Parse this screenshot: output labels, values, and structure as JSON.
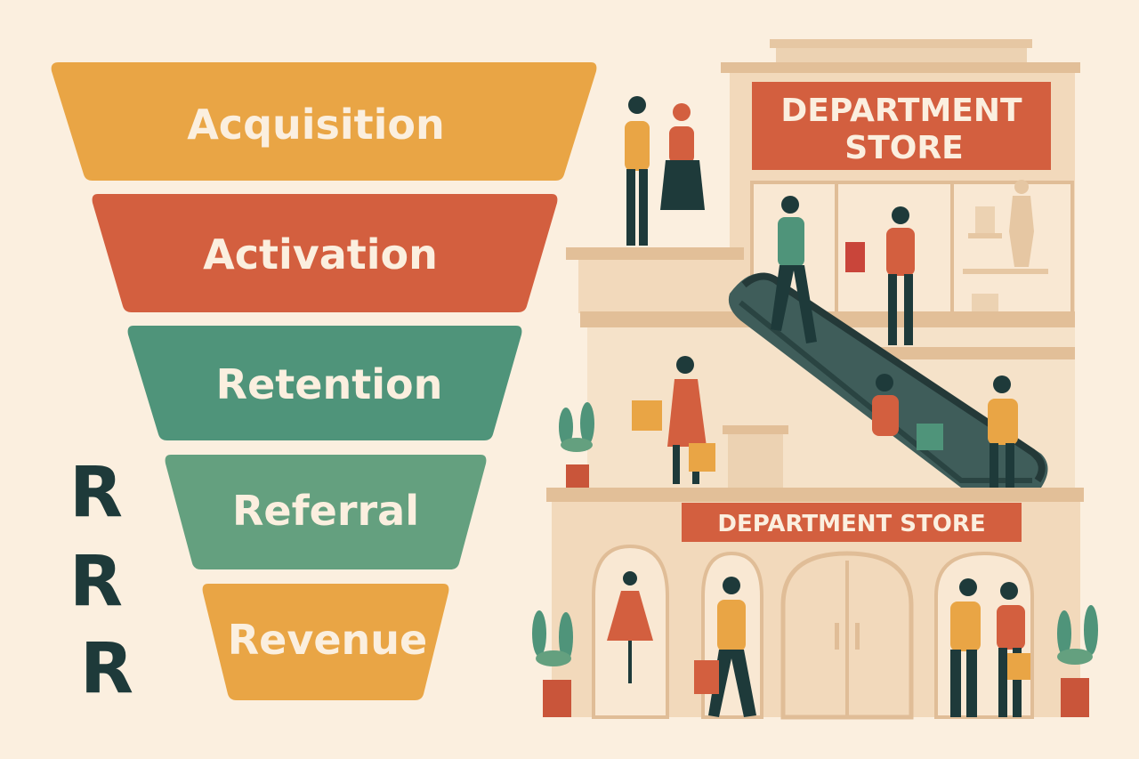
{
  "funnel": {
    "stages": [
      {
        "label": "Acquisition",
        "color": "#e9a545"
      },
      {
        "label": "Activation",
        "color": "#d35f3f"
      },
      {
        "label": "Retention",
        "color": "#4f947a"
      },
      {
        "label": "Referral",
        "color": "#64a07f"
      },
      {
        "label": "Revenue",
        "color": "#e9a545"
      }
    ]
  },
  "side_letters": [
    "R",
    "R",
    "R"
  ],
  "store": {
    "top_sign_line1": "DEPARTMENT",
    "top_sign_line2": "STORE",
    "bottom_sign": "DEPARTMENT STORE",
    "sign_color": "#d35f3f",
    "wall_color": "#f2d9bb"
  },
  "colors": {
    "background": "#fbefdf",
    "text_dark": "#1e3a3a"
  }
}
